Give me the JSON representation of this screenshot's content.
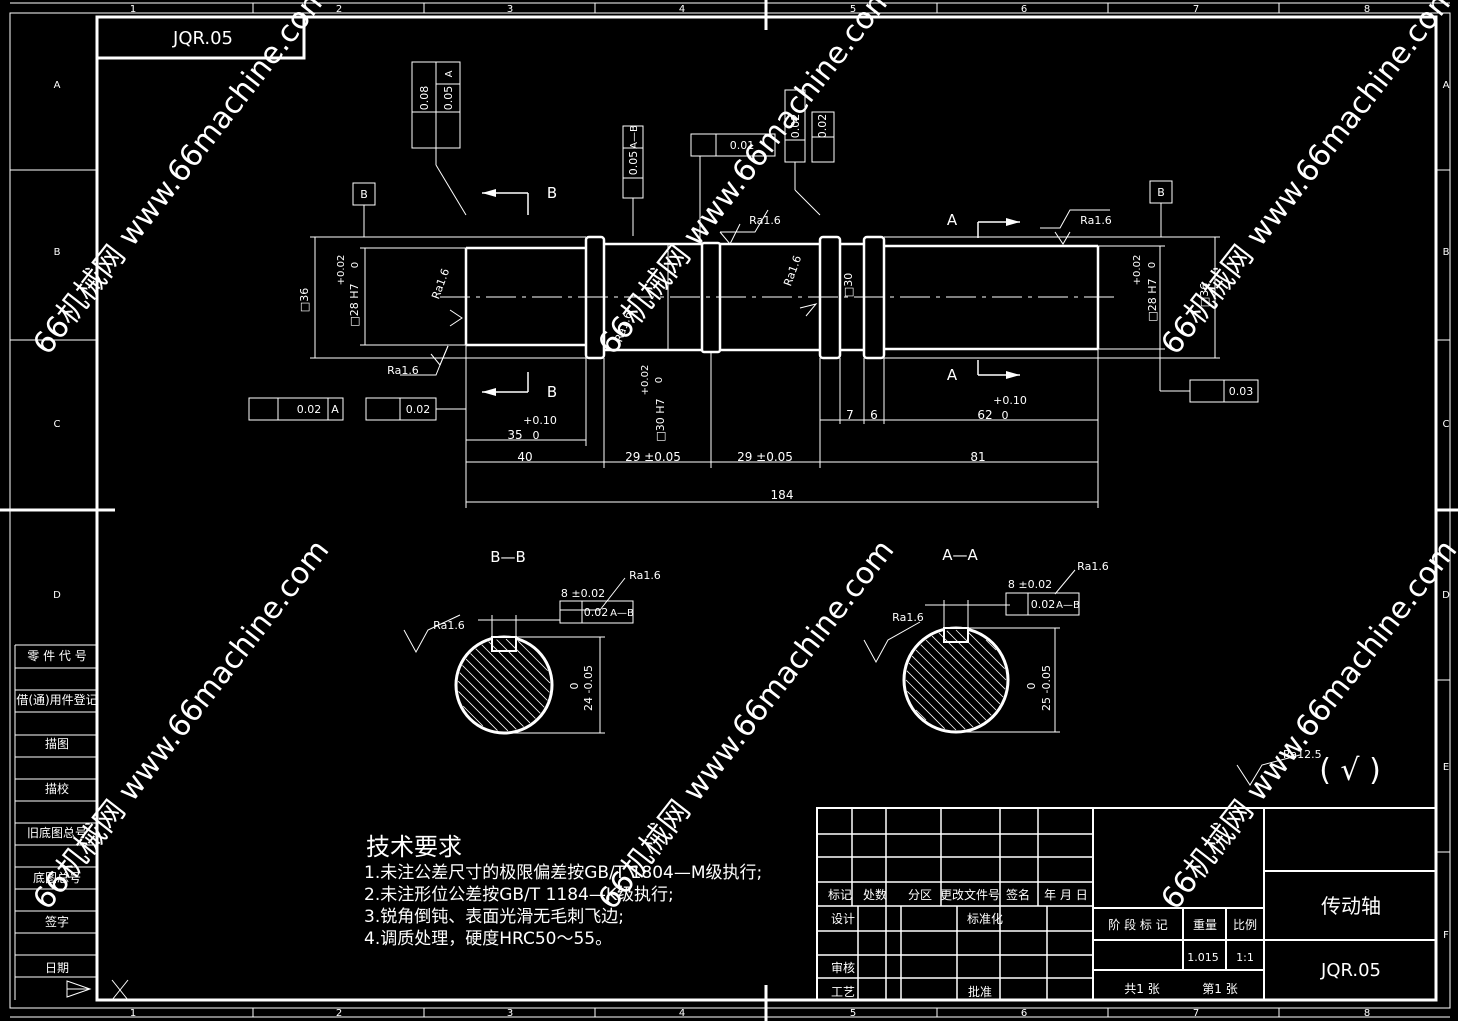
{
  "drawing": {
    "code": "JQR.05",
    "part_name": "传动轴",
    "drawing_no": "JQR.05",
    "weight": "1.015",
    "scale": "1:1",
    "sheets_total": "共1 张",
    "sheet_no": "第1 张",
    "general_roughness": "Ra12.5",
    "roughness_paren": "( √ )"
  },
  "border": {
    "col_numbers": [
      "1",
      "2",
      "3",
      "4",
      "5",
      "6",
      "7",
      "8"
    ],
    "row_letters": [
      "A",
      "B",
      "C",
      "D",
      "E",
      "F"
    ]
  },
  "side_table": [
    "零 件 代 号",
    "借(通)用件登记",
    "描图",
    "描校",
    "旧底图总号",
    "底图总号",
    "签字",
    "日期"
  ],
  "title_block": {
    "headers": [
      "标记",
      "处数",
      "分区",
      "更改文件号",
      "签名",
      "年 月 日"
    ],
    "design": "设计",
    "standardization": "标准化",
    "review": "审核",
    "process": "工艺",
    "approve": "批准",
    "stage_mark": "阶 段 标 记",
    "weight_label": "重量",
    "scale_label": "比例"
  },
  "tech_requirements": {
    "title": "技术要求",
    "items": [
      "1.未注公差尺寸的极限偏差按GB/T 1804—M级执行;",
      "2.未注形位公差按GB/T 1184—K级执行;",
      "3.锐角倒钝、表面光滑无毛刺飞边;",
      "4.调质处理，硬度HRC50～55。"
    ]
  },
  "dimensions": {
    "d35": "35",
    "d35_tol_top": "+0.10",
    "d35_tol_bot": "0",
    "d40": "40",
    "d29a": "29 ±0.05",
    "d29b": "29 ±0.05",
    "d81": "81",
    "d184": "184",
    "d7": "7",
    "d6": "6",
    "d62": "62",
    "d62_tol_top": "+0.10",
    "d62_tol_bot": "0",
    "left_sq36": "□36",
    "left_d28": "□28 H7",
    "left_tol_top": "+0.02",
    "left_tol_bot": "0",
    "right_d28": "□28 H7",
    "right_sq36": "□36",
    "right_tol_top": "+0.02",
    "right_tol_bot": "0",
    "center_d30": "□30 H7",
    "center_tol_top": "+0.02",
    "center_tol_bot": "0",
    "d30": "□30"
  },
  "roughness": {
    "left_top": "Ra1.6",
    "left_bottom": "Ra1.6",
    "center_left": "Ra1.6",
    "center_top": "Ra1.6",
    "center_mid": "Ra1.6",
    "right_top": "Ra1.6"
  },
  "datums": {
    "b_left": "B",
    "b_right": "B"
  },
  "sections": {
    "bb_label": "B—B",
    "aa_label": "A—A",
    "arrow_b": "B",
    "arrow_a": "A",
    "bb_key_width": "8 ±0.02",
    "aa_key_width": "8 ±0.02",
    "bb_sym": "0.02",
    "bb_sym_datum": "A—B",
    "aa_sym": "0.02",
    "aa_sym_datum": "A—B",
    "bb_depth": "24 -0.05",
    "bb_depth_top": "0",
    "aa_depth": "25 -0.05",
    "aa_depth_top": "0",
    "bb_ra": "Ra1.6",
    "bb_ra2": "Ra1.6",
    "aa_ra": "Ra1.6",
    "aa_ra2": "Ra1.6"
  },
  "gdt": {
    "left_top_flat": "0.08",
    "left_top_perp": "0.05",
    "left_top_datum": "A",
    "center_perp": "0.05",
    "center_perp_datum": "A—B",
    "center_conc": "0.01",
    "right_top_perp": "0.02",
    "right_top_flat": "0.02",
    "left_bottom_conc": "0.02",
    "left_bottom_datum": "A",
    "left_bottom_flat": "0.02",
    "right_bottom_flat": "0.03"
  },
  "watermark": "66机械网 www.66machine.com"
}
